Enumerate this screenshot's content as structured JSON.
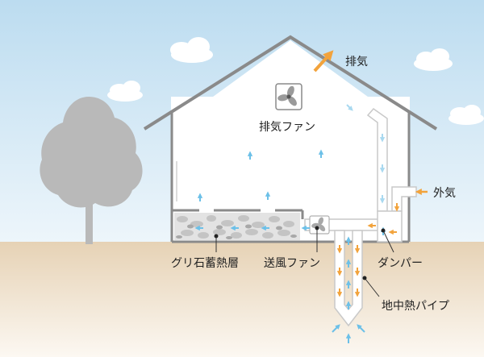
{
  "labels": {
    "exhaust": "排気",
    "exhaust_fan": "排気ファン",
    "outside_air": "外気",
    "gravel_storage": "グリ石蓄熱層",
    "blower_fan": "送風ファン",
    "damper": "ダンパー",
    "geothermal_pipe": "地中熱パイプ"
  },
  "colors": {
    "sky_top": "#bcdcf0",
    "sky_bottom": "#eef6fb",
    "ground_top": "#e6d2b5",
    "ground_bottom": "#fbf6ef",
    "house_line": "#8a8a8a",
    "tree": "#b9b9b9",
    "warm_arrow": "#f2a33c",
    "cool_arrow": "#6cc0e8",
    "light_arrow": "#a9d9f0"
  },
  "icons": {
    "exhaust_fan": "fan-icon",
    "blower_fan": "fan-icon"
  }
}
